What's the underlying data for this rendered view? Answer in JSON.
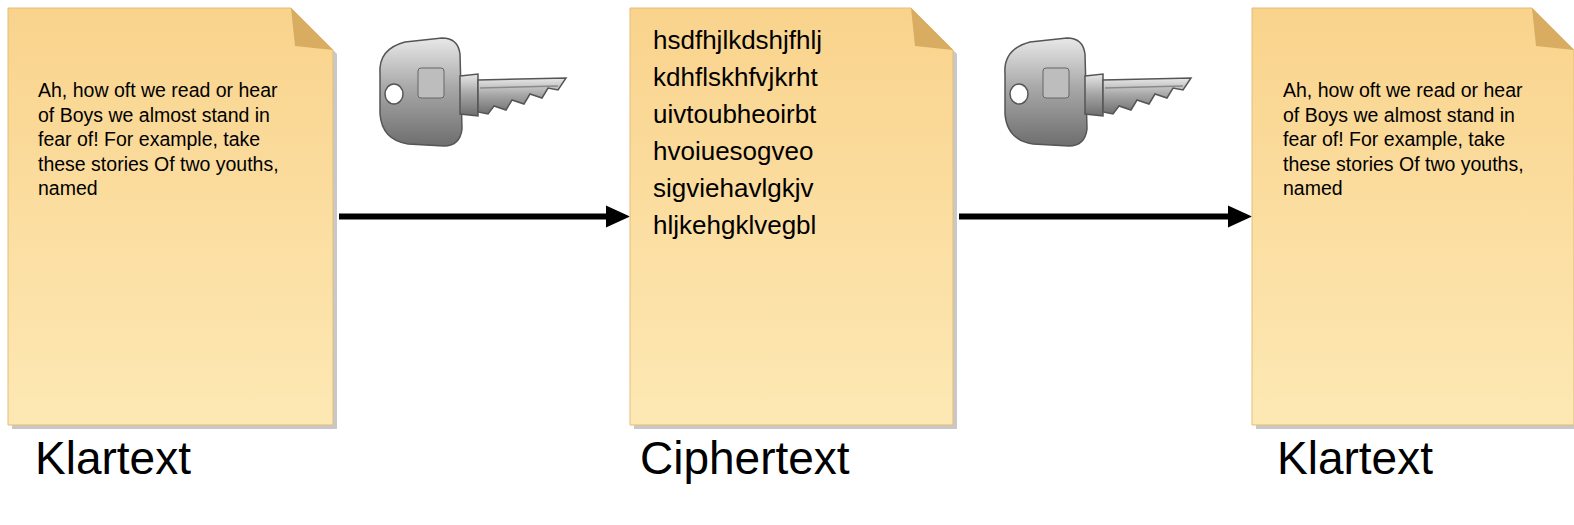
{
  "diagram": {
    "nodes": [
      {
        "text": [
          "Ah, how oft we read or hear of Boys we almost stand in fear of! For example, take these stories Of two youths, named",
          "Klartext"
        ]
      },
      {
        "text": [
          "hsdfhjlkdshjfhlj kdhflskhfvjkrht uivtoubheoirbt hvoiuesogveo sigviehavlgkjv hljkehgklvegbl",
          "Ciphertext"
        ]
      },
      {
        "text": [
          "Ah, how oft we read or hear of Boys we almost stand in fear of! For example, take these stories Of two youths, named",
          "Klartext"
        ]
      }
    ],
    "edges": [
      {
        "from": 0,
        "to": 1,
        "arrow": "to"
      },
      {
        "from": 1,
        "to": 2,
        "arrow": "to"
      }
    ]
  }
}
